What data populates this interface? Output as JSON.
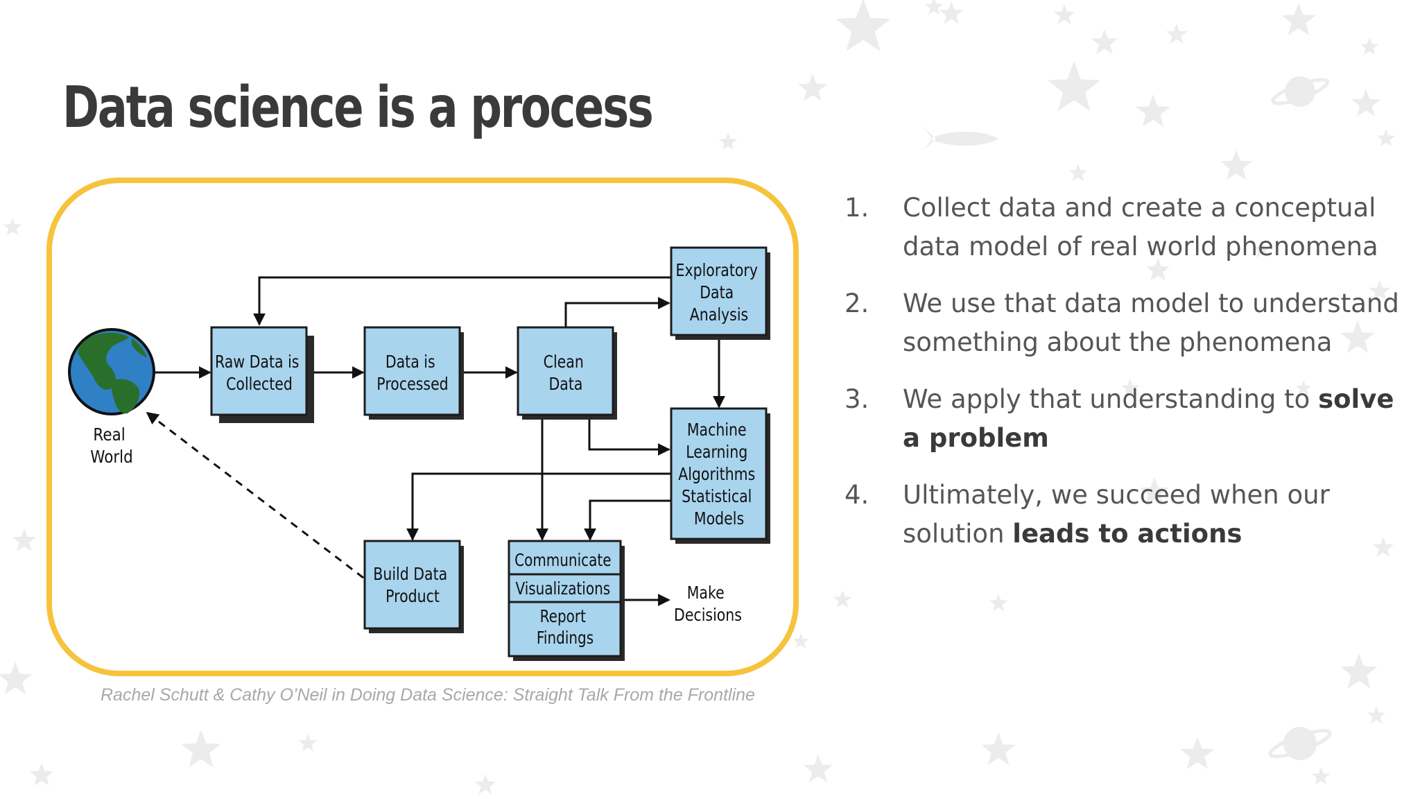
{
  "slide": {
    "title": "Data science is a process",
    "citation": "Rachel Schutt & Cathy O’Neil in Doing Data Science: Straight Talk From the Frontline"
  },
  "colors": {
    "frame": "#f6c33c",
    "box_fill": "#a9d4ee",
    "box_border": "#1c1c1c",
    "title": "#3a3a3a",
    "body_text": "#555555",
    "citation": "#a8a8a8",
    "star": "#ececec",
    "globe_ocean": "#2f80c4",
    "globe_land": "#2a6e2c"
  },
  "diagram": {
    "world": {
      "line1": "Real",
      "line2": "World"
    },
    "raw": {
      "line1": "Raw Data is",
      "line2": "Collected"
    },
    "proc": {
      "line1": "Data is",
      "line2": "Processed"
    },
    "clean": {
      "line1": "Clean",
      "line2": "Data"
    },
    "eda": {
      "line1": "Exploratory",
      "line2": "Data",
      "line3": "Analysis"
    },
    "ml": {
      "line1": "Machine",
      "line2": "Learning",
      "line3": "Algorithms",
      "line4": "Statistical",
      "line5": "Models"
    },
    "build": {
      "line1": "Build Data",
      "line2": "Product"
    },
    "comm": {
      "row1": "Communicate",
      "row2": "Visualizations",
      "row3a": "Report",
      "row3b": "Findings"
    },
    "make": {
      "line1": "Make",
      "line2": "Decisions"
    }
  },
  "steps": [
    {
      "num": "1.",
      "pre": "Collect data and create a conceptual data model of real world phenomena",
      "bold": "",
      "post": ""
    },
    {
      "num": "2.",
      "pre": "We use that data model to understand something about the phenomena",
      "bold": "",
      "post": ""
    },
    {
      "num": "3.",
      "pre": "We apply that understanding to ",
      "bold": "solve a problem",
      "post": ""
    },
    {
      "num": "4.",
      "pre": "Ultimately, we succeed when our solution ",
      "bold": "leads to actions",
      "post": ""
    }
  ]
}
